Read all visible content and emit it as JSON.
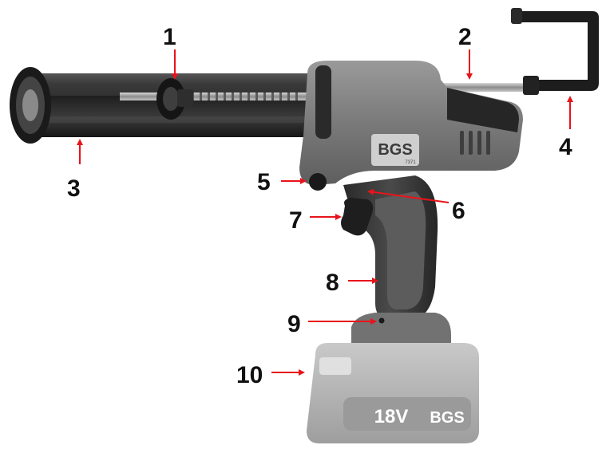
{
  "figure": {
    "brand_logo": "BGS",
    "model_label": "7371",
    "battery_voltage": "18V",
    "battery_brand": "BGS"
  },
  "colors": {
    "callout": "#e8141b",
    "tube": "#2a2a2a",
    "housing": "#7d7d7d",
    "grip": "#3a3a3a",
    "battery": "#b9b9b9"
  },
  "callouts": [
    {
      "number": "1",
      "part": "plunger-disc",
      "arrow": "down"
    },
    {
      "number": "2",
      "part": "rack-rod",
      "arrow": "down"
    },
    {
      "number": "3",
      "part": "cartridge-tube",
      "arrow": "up"
    },
    {
      "number": "4",
      "part": "pull-handle",
      "arrow": "up"
    },
    {
      "number": "5",
      "part": "release-button",
      "arrow": "right"
    },
    {
      "number": "6",
      "part": "speed-switch",
      "arrow": "left"
    },
    {
      "number": "7",
      "part": "trigger",
      "arrow": "right"
    },
    {
      "number": "8",
      "part": "handle-grip",
      "arrow": "right"
    },
    {
      "number": "9",
      "part": "led-light",
      "arrow": "right"
    },
    {
      "number": "10",
      "part": "battery-pack",
      "arrow": "right"
    }
  ]
}
